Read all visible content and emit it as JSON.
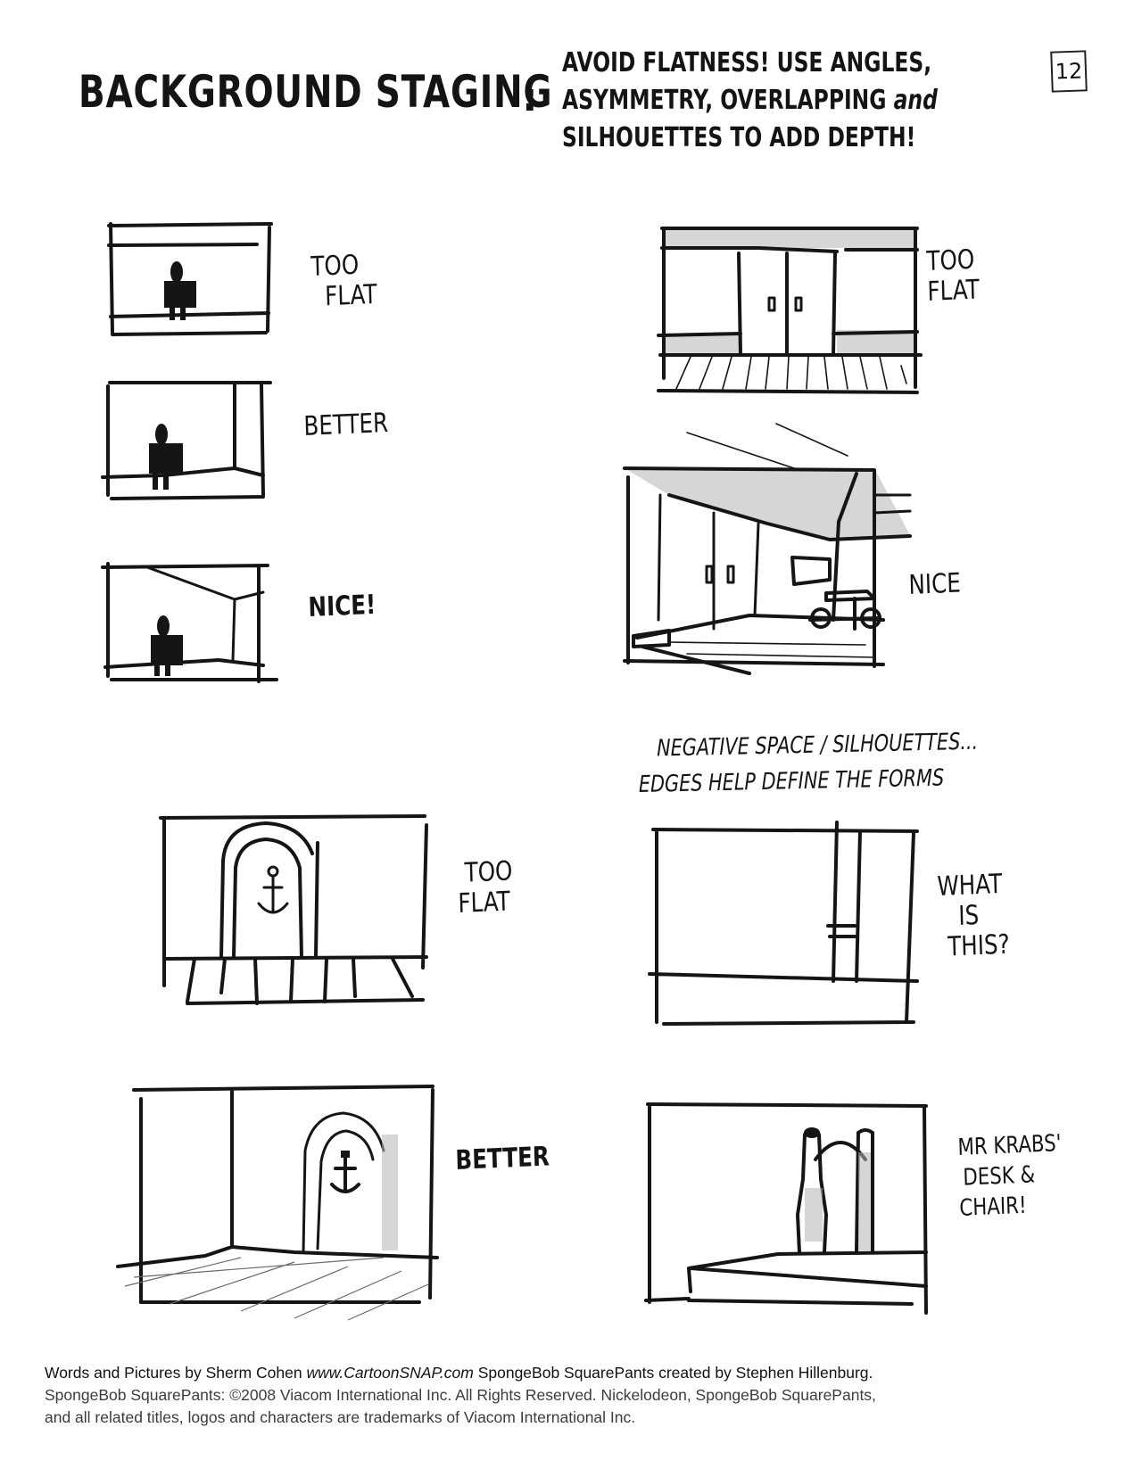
{
  "header": {
    "title": "Background Staging",
    "colon": ":",
    "subtitle_lines": [
      "Avoid flatness! Use angles,",
      "Asymmetry, overlapping",
      "Silhouettes to add depth!"
    ],
    "subtitle_connector": "and",
    "page_number": "12"
  },
  "left_column": {
    "panels": [
      {
        "label": "Too flat",
        "lines": [
          "TOO",
          "FLAT"
        ]
      },
      {
        "label": "Better",
        "lines": [
          "BETTER"
        ]
      },
      {
        "label": "Nice!",
        "lines": [
          "NICE!"
        ]
      }
    ]
  },
  "right_column": {
    "panels": [
      {
        "label": "Too flat",
        "lines": [
          "TOO",
          "FLAT"
        ]
      },
      {
        "label": "Nice",
        "lines": [
          "NICE"
        ]
      }
    ]
  },
  "negative_space_note": {
    "line1": "Negative space / silhouettes...",
    "line2": "Edges help define the forms"
  },
  "lower_left": {
    "panels": [
      {
        "label": "Too flat",
        "lines": [
          "TOO",
          "FLAT"
        ],
        "icon": "anchor-icon"
      },
      {
        "label": "Better",
        "lines": [
          "BETTER"
        ],
        "icon": "anchor-icon"
      }
    ]
  },
  "lower_right": {
    "panels": [
      {
        "label": "What is this?",
        "lines": [
          "WHAT",
          "IS",
          "THIS?"
        ]
      },
      {
        "label": "Mr Krabs' desk & chair!",
        "lines": [
          "MR KRABS'",
          "DESK &",
          "CHAIR!"
        ]
      }
    ]
  },
  "footer": {
    "credit_prefix": "Words and Pictures by Sherm Cohen",
    "url": "www.CartoonSNAP.com",
    "credit_suffix": "SpongeBob SquarePants created by Stephen Hillenburg.",
    "copyright_line1": "SpongeBob SquarePants: ©2008 Viacom International Inc. All Rights Reserved. Nickelodeon, SpongeBob SquarePants,",
    "copyright_line2": "and all related titles, logos and characters are trademarks of Viacom International Inc."
  }
}
